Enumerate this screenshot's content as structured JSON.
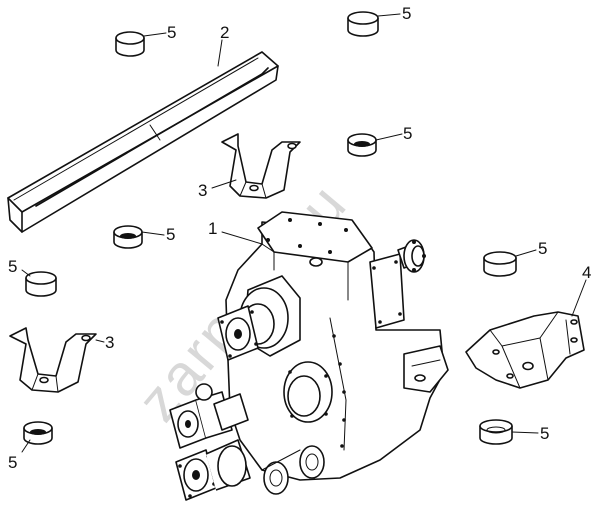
{
  "watermark": "zarpam.ru",
  "callouts": {
    "c1": "1",
    "c2": "2",
    "c3a": "3",
    "c3b": "3",
    "c4": "4",
    "c5a": "5",
    "c5b": "5",
    "c5c": "5",
    "c5d": "5",
    "c5e": "5",
    "c5f": "5",
    "c5g": "5",
    "c5h": "5"
  }
}
